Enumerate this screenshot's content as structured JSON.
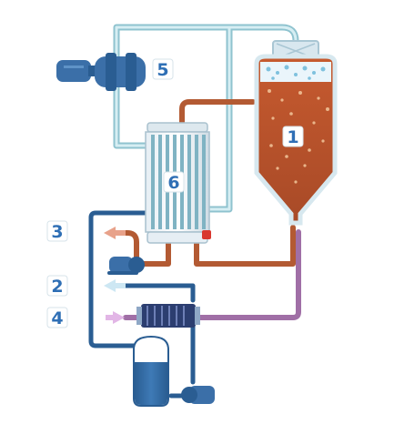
{
  "labels": {
    "vessel": "1",
    "reboiler": "6",
    "vacuum_pump": "5",
    "stream_a": "3",
    "stream_b": "2",
    "stream_c": "4"
  },
  "colors": {
    "liquid_brown": "#b8552e",
    "light_blue_pipe": "#a9d6df",
    "dark_blue_pipe": "#2a5d92",
    "purple_pipe": "#a06fa6",
    "brown_pipe": "#b35a33",
    "pump_blue": "#3b6fa8",
    "label_blue": "#2f6fb5"
  },
  "icons": [
    "vacuum-pump-icon",
    "circulation-pump-icon",
    "feed-pump-icon",
    "sight-glass-icon",
    "flow-arrow-icon"
  ]
}
